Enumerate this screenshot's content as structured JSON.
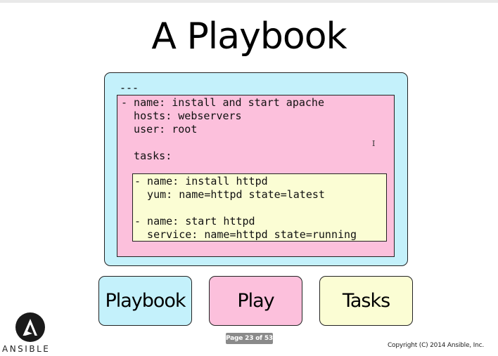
{
  "slide": {
    "title": "A Playbook",
    "playbook_box": {
      "header": "---",
      "play_code": "- name: install and start apache\n  hosts: webservers\n  user: root\n\n  tasks:",
      "tasks_code": "- name: install httpd\n  yum: name=httpd state=latest\n\n- name: start httpd\n  service: name=httpd state=running"
    },
    "legend": {
      "playbook": "Playbook",
      "play": "Play",
      "tasks": "Tasks"
    },
    "colors": {
      "playbook": "#c4f1fb",
      "play": "#fcc0dc",
      "tasks": "#fbfdd4"
    },
    "cursor_glyph": "I"
  },
  "logo": {
    "icon": "ansible-logo-icon",
    "text": "ANSIBLE"
  },
  "footer": {
    "page_indicator": "Page 23 of 53",
    "copyright": "Copyright (C) 2014 Ansible, Inc."
  }
}
